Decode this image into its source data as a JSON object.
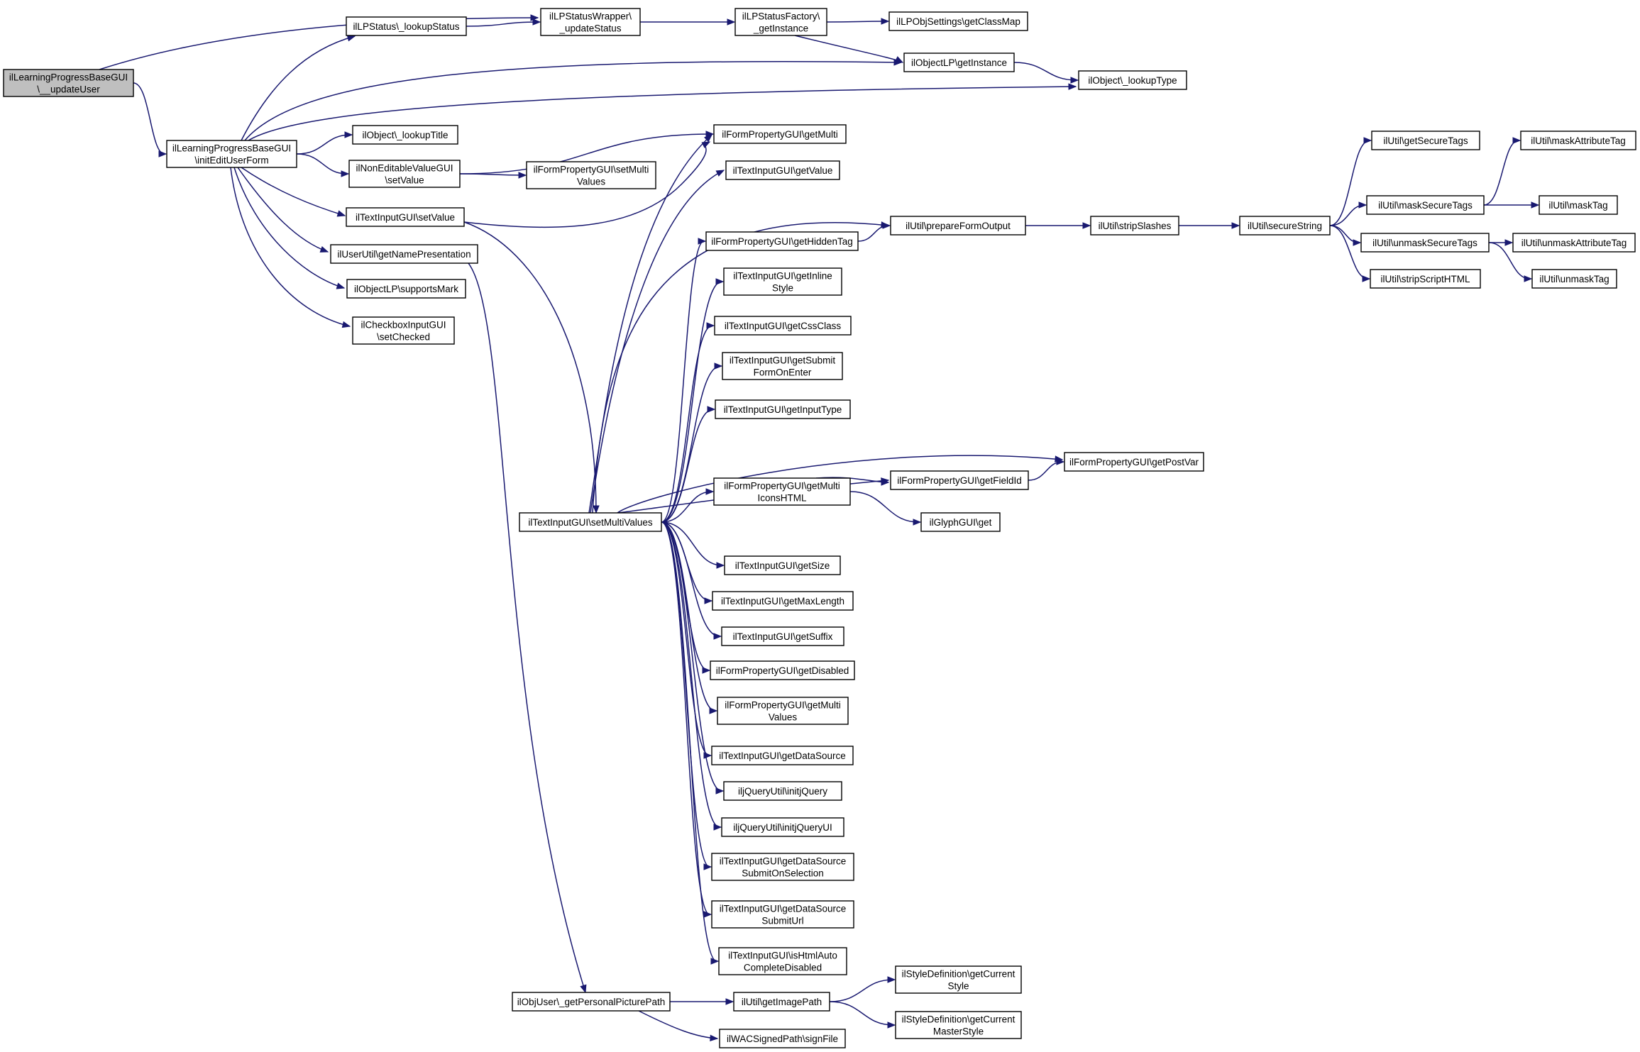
{
  "nodes": [
    {
      "id": "n1",
      "lines": [
        "ilLearningProgressBaseGUI",
        "\\__updateUser"
      ],
      "root": true
    },
    {
      "id": "n2",
      "lines": [
        "ilLPStatusWrapper\\",
        "_updateStatus"
      ]
    },
    {
      "id": "n3",
      "lines": [
        "ilLearningProgressBaseGUI",
        "\\initEditUserForm"
      ]
    },
    {
      "id": "n4",
      "lines": [
        "ilLPStatusFactory\\",
        "_getInstance"
      ]
    },
    {
      "id": "n5",
      "lines": [
        "ilLPObjSettings\\getClassMap"
      ]
    },
    {
      "id": "n6",
      "lines": [
        "ilObjectLP\\getInstance"
      ]
    },
    {
      "id": "n7",
      "lines": [
        "ilObject\\_lookupType"
      ]
    },
    {
      "id": "n8",
      "lines": [
        "ilLPStatus\\_lookupStatus"
      ]
    },
    {
      "id": "n9",
      "lines": [
        "ilObject\\_lookupTitle"
      ]
    },
    {
      "id": "n10",
      "lines": [
        "ilNonEditableValueGUI",
        "\\setValue"
      ]
    },
    {
      "id": "n11",
      "lines": [
        "ilFormPropertyGUI\\setMulti",
        "Values"
      ]
    },
    {
      "id": "n12",
      "lines": [
        "ilTextInputGUI\\setValue"
      ]
    },
    {
      "id": "n13",
      "lines": [
        "ilUserUtil\\getNamePresentation"
      ]
    },
    {
      "id": "n14",
      "lines": [
        "ilObjectLP\\supportsMark"
      ]
    },
    {
      "id": "n15",
      "lines": [
        "ilCheckboxInputGUI",
        "\\setChecked"
      ]
    },
    {
      "id": "n16",
      "lines": [
        "ilFormPropertyGUI\\getMulti"
      ]
    },
    {
      "id": "n17",
      "lines": [
        "ilTextInputGUI\\getValue"
      ]
    },
    {
      "id": "n18",
      "lines": [
        "ilFormPropertyGUI\\getHiddenTag"
      ]
    },
    {
      "id": "n19",
      "lines": [
        "ilTextInputGUI\\getInline",
        "Style"
      ]
    },
    {
      "id": "n20",
      "lines": [
        "ilTextInputGUI\\getCssClass"
      ]
    },
    {
      "id": "n21",
      "lines": [
        "ilTextInputGUI\\getSubmit",
        "FormOnEnter"
      ]
    },
    {
      "id": "n22",
      "lines": [
        "ilTextInputGUI\\getInputType"
      ]
    },
    {
      "id": "n23",
      "lines": [
        "ilTextInputGUI\\setMultiValues"
      ]
    },
    {
      "id": "n24",
      "lines": [
        "ilFormPropertyGUI\\getMulti",
        "IconsHTML"
      ]
    },
    {
      "id": "n25",
      "lines": [
        "ilTextInputGUI\\getSize"
      ]
    },
    {
      "id": "n26",
      "lines": [
        "ilTextInputGUI\\getMaxLength"
      ]
    },
    {
      "id": "n27",
      "lines": [
        "ilTextInputGUI\\getSuffix"
      ]
    },
    {
      "id": "n28",
      "lines": [
        "ilFormPropertyGUI\\getDisabled"
      ]
    },
    {
      "id": "n29",
      "lines": [
        "ilFormPropertyGUI\\getMulti",
        "Values"
      ]
    },
    {
      "id": "n30",
      "lines": [
        "ilTextInputGUI\\getDataSource"
      ]
    },
    {
      "id": "n31",
      "lines": [
        "iljQueryUtil\\initjQuery"
      ]
    },
    {
      "id": "n32",
      "lines": [
        "iljQueryUtil\\initjQueryUI"
      ]
    },
    {
      "id": "n33",
      "lines": [
        "ilTextInputGUI\\getDataSource",
        "SubmitOnSelection"
      ]
    },
    {
      "id": "n34",
      "lines": [
        "ilTextInputGUI\\getDataSource",
        "SubmitUrl"
      ]
    },
    {
      "id": "n35",
      "lines": [
        "ilTextInputGUI\\isHtmlAuto",
        "CompleteDisabled"
      ]
    },
    {
      "id": "n36",
      "lines": [
        "ilObjUser\\_getPersonalPicturePath"
      ]
    },
    {
      "id": "n37",
      "lines": [
        "ilUtil\\getImagePath"
      ]
    },
    {
      "id": "n38",
      "lines": [
        "ilWACSignedPath\\signFile"
      ]
    },
    {
      "id": "n39",
      "lines": [
        "ilStyleDefinition\\getCurrent",
        "Style"
      ]
    },
    {
      "id": "n40",
      "lines": [
        "ilStyleDefinition\\getCurrent",
        "MasterStyle"
      ]
    },
    {
      "id": "n41",
      "lines": [
        "ilUtil\\prepareFormOutput"
      ]
    },
    {
      "id": "n42",
      "lines": [
        "ilUtil\\stripSlashes"
      ]
    },
    {
      "id": "n43",
      "lines": [
        "ilUtil\\secureString"
      ]
    },
    {
      "id": "n44",
      "lines": [
        "ilUtil\\getSecureTags"
      ]
    },
    {
      "id": "n45",
      "lines": [
        "ilUtil\\maskSecureTags"
      ]
    },
    {
      "id": "n46",
      "lines": [
        "ilUtil\\maskAttributeTag"
      ]
    },
    {
      "id": "n47",
      "lines": [
        "ilUtil\\maskTag"
      ]
    },
    {
      "id": "n48",
      "lines": [
        "ilUtil\\unmaskSecureTags"
      ]
    },
    {
      "id": "n49",
      "lines": [
        "ilUtil\\unmaskAttributeTag"
      ]
    },
    {
      "id": "n50",
      "lines": [
        "ilUtil\\unmaskTag"
      ]
    },
    {
      "id": "n51",
      "lines": [
        "ilUtil\\stripScriptHTML"
      ]
    },
    {
      "id": "n52",
      "lines": [
        "ilFormPropertyGUI\\getPostVar"
      ]
    },
    {
      "id": "n53",
      "lines": [
        "ilFormPropertyGUI\\getFieldId"
      ]
    },
    {
      "id": "n54",
      "lines": [
        "ilGlyphGUI\\get"
      ]
    }
  ],
  "edges": [
    [
      "n1",
      "n2"
    ],
    [
      "n1",
      "n3"
    ],
    [
      "n3",
      "n8"
    ],
    [
      "n3",
      "n6"
    ],
    [
      "n3",
      "n7"
    ],
    [
      "n3",
      "n9"
    ],
    [
      "n3",
      "n10"
    ],
    [
      "n3",
      "n12"
    ],
    [
      "n3",
      "n13"
    ],
    [
      "n3",
      "n14"
    ],
    [
      "n3",
      "n15"
    ],
    [
      "n8",
      "n2"
    ],
    [
      "n2",
      "n4"
    ],
    [
      "n4",
      "n5"
    ],
    [
      "n4",
      "n6"
    ],
    [
      "n6",
      "n7"
    ],
    [
      "n10",
      "n16"
    ],
    [
      "n10",
      "n11"
    ],
    [
      "n12",
      "n16"
    ],
    [
      "n12",
      "n23"
    ],
    [
      "n13",
      "n36"
    ],
    [
      "n23",
      "n16"
    ],
    [
      "n23",
      "n17"
    ],
    [
      "n23",
      "n41"
    ],
    [
      "n23",
      "n18"
    ],
    [
      "n23",
      "n19"
    ],
    [
      "n23",
      "n20"
    ],
    [
      "n23",
      "n21"
    ],
    [
      "n23",
      "n22"
    ],
    [
      "n23",
      "n52"
    ],
    [
      "n23",
      "n53"
    ],
    [
      "n23",
      "n24"
    ],
    [
      "n23",
      "n25"
    ],
    [
      "n23",
      "n26"
    ],
    [
      "n23",
      "n27"
    ],
    [
      "n23",
      "n28"
    ],
    [
      "n23",
      "n29"
    ],
    [
      "n23",
      "n30"
    ],
    [
      "n23",
      "n31"
    ],
    [
      "n23",
      "n32"
    ],
    [
      "n23",
      "n33"
    ],
    [
      "n23",
      "n34"
    ],
    [
      "n23",
      "n35"
    ],
    [
      "n18",
      "n41"
    ],
    [
      "n41",
      "n42"
    ],
    [
      "n42",
      "n43"
    ],
    [
      "n43",
      "n44"
    ],
    [
      "n43",
      "n45"
    ],
    [
      "n43",
      "n48"
    ],
    [
      "n43",
      "n51"
    ],
    [
      "n45",
      "n46"
    ],
    [
      "n45",
      "n47"
    ],
    [
      "n48",
      "n49"
    ],
    [
      "n48",
      "n50"
    ],
    [
      "n53",
      "n52"
    ],
    [
      "n24",
      "n53"
    ],
    [
      "n24",
      "n54"
    ],
    [
      "n36",
      "n37"
    ],
    [
      "n36",
      "n38"
    ],
    [
      "n37",
      "n39"
    ],
    [
      "n37",
      "n40"
    ]
  ]
}
